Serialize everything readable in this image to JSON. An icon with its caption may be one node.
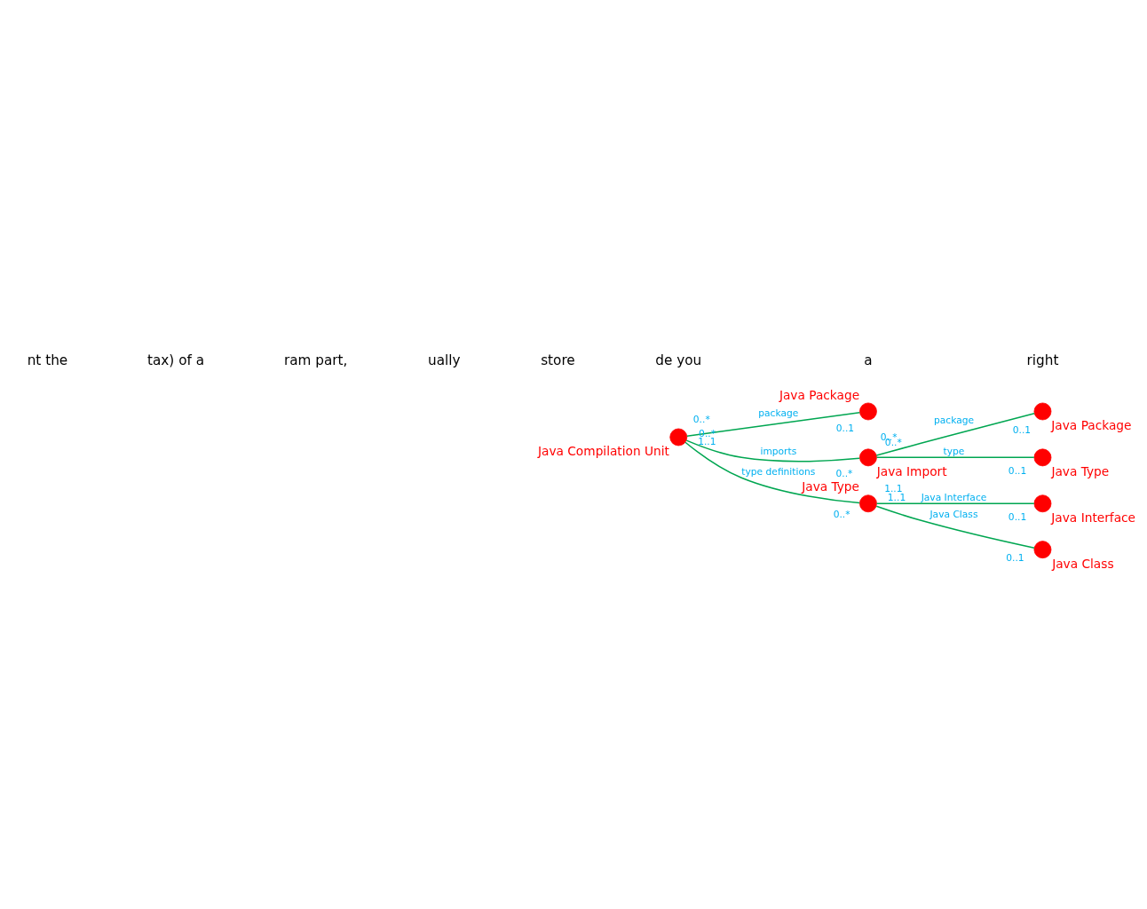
{
  "diagram": {
    "nodes": [
      {
        "text": [],
        "shape": "circle",
        "beside": [
          "Java Compilation Unit"
        ]
      },
      {
        "text": [],
        "shape": "circle",
        "beside": [
          "Java Package"
        ]
      },
      {
        "text": [],
        "shape": "circle",
        "beside": [
          "Java Import"
        ]
      },
      {
        "text": [],
        "shape": "circle",
        "beside": [
          "Java Package"
        ]
      },
      {
        "text": [],
        "shape": "circle",
        "beside": [
          "Java Type"
        ]
      },
      {
        "text": [],
        "shape": "circle",
        "beside": [
          "Java Type"
        ]
      },
      {
        "text": [],
        "shape": "circle",
        "beside": [
          "Java Interface"
        ]
      },
      {
        "text": [],
        "shape": "circle",
        "beside": [
          "Java Class"
        ]
      }
    ],
    "edges": [
      {
        "from": 0,
        "to": 1,
        "arrow": "none",
        "label": "package"
      },
      {
        "from": 0,
        "to": 2,
        "arrow": "none",
        "label": "imports"
      },
      {
        "from": 2,
        "to": 3,
        "arrow": "none",
        "label": "package"
      },
      {
        "from": 2,
        "to": 4,
        "arrow": "none",
        "label": "type"
      },
      {
        "from": 0,
        "to": 5,
        "arrow": "none",
        "label": "type definitions"
      },
      {
        "from": 5,
        "to": 6,
        "arrow": "none",
        "label": "Java Interface"
      },
      {
        "from": 5,
        "to": 7,
        "arrow": "none",
        "label": "Java Class"
      }
    ],
    "labels": [
      "nt the",
      "tax) of a",
      "ram part,",
      "ually",
      "store",
      "de you",
      "a",
      "right",
      "0..*",
      "0..1",
      "0..*",
      "0..*",
      "0..*",
      "0..1",
      "0..*",
      "0..1",
      "1..1",
      "0..*",
      "1..1",
      "0..1",
      "1..1",
      "0..1"
    ]
  }
}
